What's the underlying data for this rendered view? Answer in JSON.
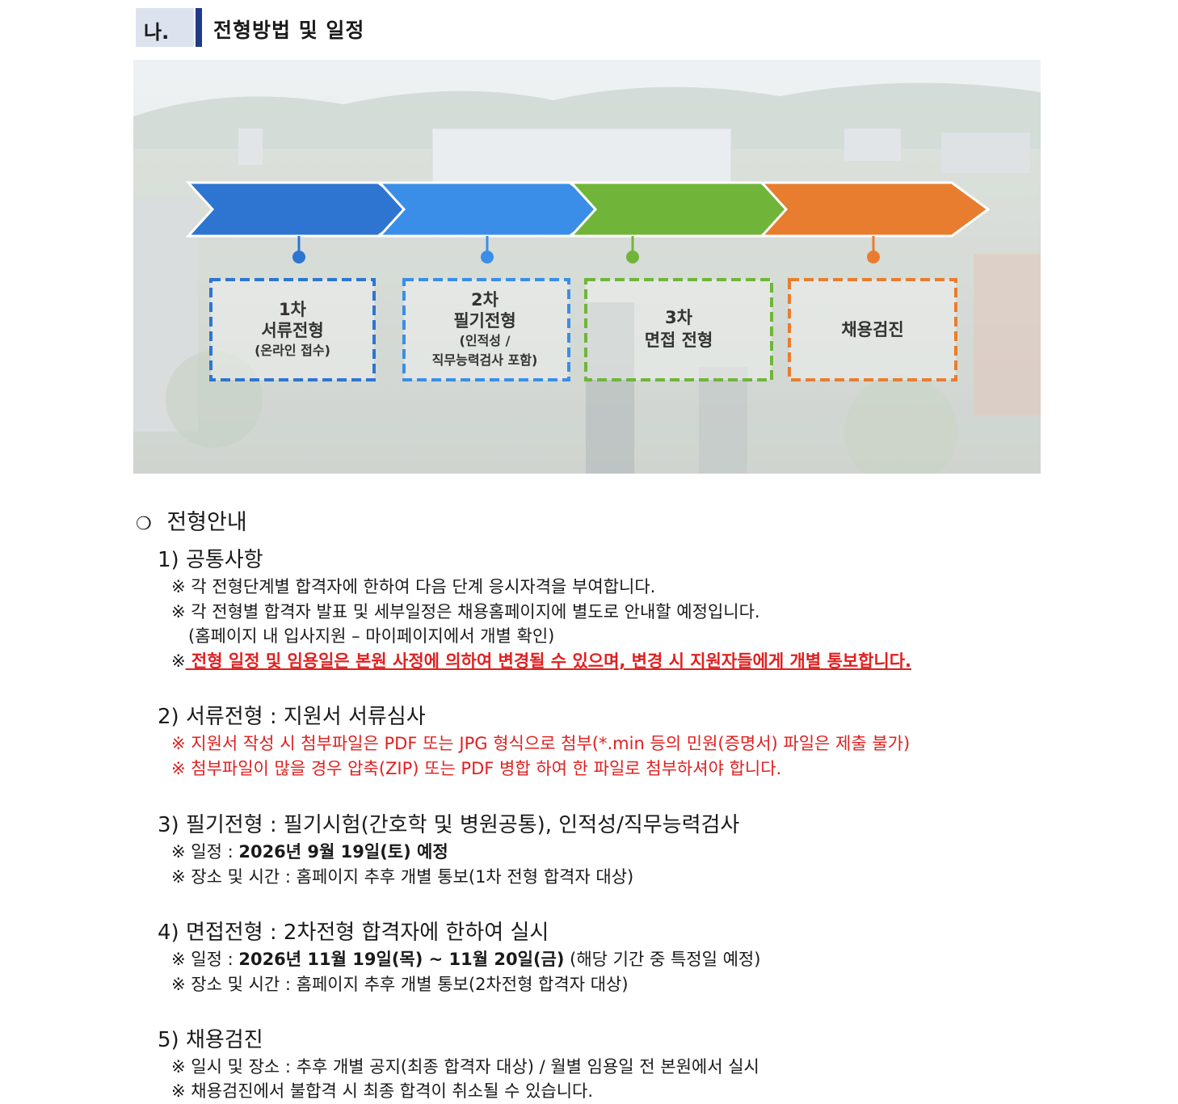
{
  "section": {
    "number": "나.",
    "title": "전형방법 및 일정"
  },
  "steps": [
    {
      "line1": "1차",
      "line2": "서류전형",
      "line3": "(온라인 접수)",
      "line4": "",
      "color": "#2e75d1"
    },
    {
      "line1": "2차",
      "line2": "필기전형",
      "line3": "(인적성 /",
      "line4": "직무능력검사 포함)",
      "color": "#3a8ee8"
    },
    {
      "line1": "3차",
      "line2": "면접 전형",
      "line3": "",
      "line4": "",
      "color": "#70b53a"
    },
    {
      "line1": "채용검진",
      "line2": "",
      "line3": "",
      "line4": "",
      "color": "#e87d2f"
    }
  ],
  "guide": {
    "bullet": "❍",
    "title": "전형안내",
    "s1": {
      "heading": "1) 공통사항",
      "n1": "※ 각 전형단계별 합격자에 한하여 다음 단계 응시자격을 부여합니다.",
      "n2": "※ 각 전형별 합격자 발표 및 세부일정은 채용홈페이지에 별도로 안내할 예정입니다.",
      "n3": "(홈페이지 내 입사지원 – 마이페이지에서 개별 확인)",
      "n4_mark": "※",
      "n4": " 전형 일정 및 임용일은 본원 사정에 의하여 변경될 수 있으며, 변경 시 지원자들에게 개별 통보합니다."
    },
    "s2": {
      "heading": "2) 서류전형 : 지원서 서류심사",
      "n1": "※ 지원서 작성 시 첨부파일은 PDF 또는 JPG 형식으로 첨부(*.min 등의 민원(증명서) 파일은 제출 불가)",
      "n2": "※ 첨부파일이 많을 경우 압축(ZIP) 또는 PDF 병합 하여 한 파일로 첨부하셔야 합니다."
    },
    "s3": {
      "heading": "3) 필기전형 : 필기시험(간호학 및 병원공통), 인적성/직무능력검사",
      "n1_prefix": "※ 일정 : ",
      "n1_bold": "2026년 9월 19일(토) 예정",
      "n2": "※ 장소 및 시간 : 홈페이지 추후 개별 통보(1차 전형 합격자 대상)"
    },
    "s4": {
      "heading": "4) 면접전형 : 2차전형 합격자에 한하여 실시",
      "n1_prefix": "※ 일정 : ",
      "n1_bold": "2026년 11월 19일(목) ~ 11월 20일(금)",
      "n1_suffix": " (해당 기간 중 특정일 예정)",
      "n2": "※ 장소 및 시간 : 홈페이지 추후 개별 통보(2차전형 합격자 대상)"
    },
    "s5": {
      "heading": "5) 채용검진",
      "n1": "※ 일시 및 장소 : 추후 개별 공지(최종 합격자 대상) / 월별 임용일 전 본원에서 실시",
      "n2": "※ 채용검진에서 불합격 시 최종 합격이 취소될 수 있습니다."
    }
  }
}
